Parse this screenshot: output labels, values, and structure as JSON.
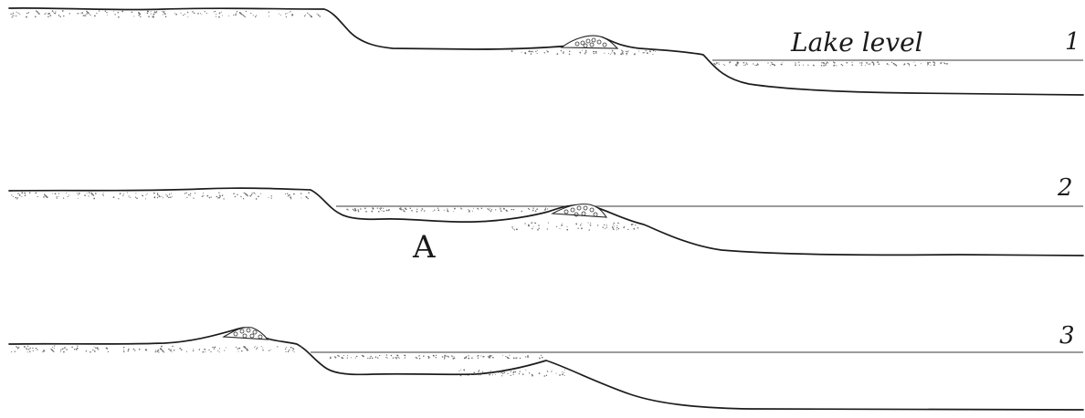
{
  "labels": {
    "lake_level": "Lake level",
    "stage_1": "1",
    "stage_2": "2",
    "stage_3": "3",
    "point_a": "A"
  },
  "colors": {
    "line": "#1c1c1c",
    "stipple": "#6a6a6a",
    "background": "#ffffff"
  }
}
